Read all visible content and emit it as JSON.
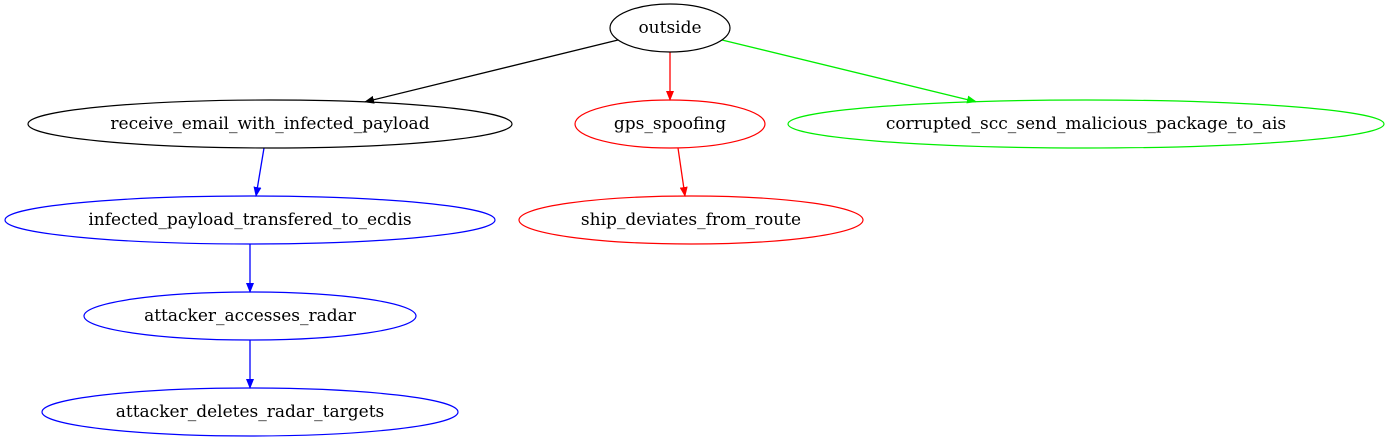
{
  "colors": {
    "black": "#000000",
    "red": "#ff0000",
    "green": "#00ee00",
    "blue": "#0000ff"
  },
  "nodes": {
    "outside": {
      "label": "outside",
      "color": "black"
    },
    "receive_email": {
      "label": "receive_email_with_infected_payload",
      "color": "black"
    },
    "gps_spoofing": {
      "label": "gps_spoofing",
      "color": "red"
    },
    "corrupted_scc": {
      "label": "corrupted_scc_send_malicious_package_to_ais",
      "color": "green"
    },
    "infected_payload": {
      "label": "infected_payload_transfered_to_ecdis",
      "color": "blue"
    },
    "ship_deviates": {
      "label": "ship_deviates_from_route",
      "color": "red"
    },
    "attacker_radar": {
      "label": "attacker_accesses_radar",
      "color": "blue"
    },
    "attacker_deletes": {
      "label": "attacker_deletes_radar_targets",
      "color": "blue"
    }
  },
  "edges": [
    {
      "from": "outside",
      "to": "receive_email",
      "color": "black"
    },
    {
      "from": "outside",
      "to": "gps_spoofing",
      "color": "red"
    },
    {
      "from": "outside",
      "to": "corrupted_scc",
      "color": "green"
    },
    {
      "from": "receive_email",
      "to": "infected_payload",
      "color": "blue"
    },
    {
      "from": "gps_spoofing",
      "to": "ship_deviates",
      "color": "red"
    },
    {
      "from": "infected_payload",
      "to": "attacker_radar",
      "color": "blue"
    },
    {
      "from": "attacker_radar",
      "to": "attacker_deletes",
      "color": "blue"
    }
  ]
}
